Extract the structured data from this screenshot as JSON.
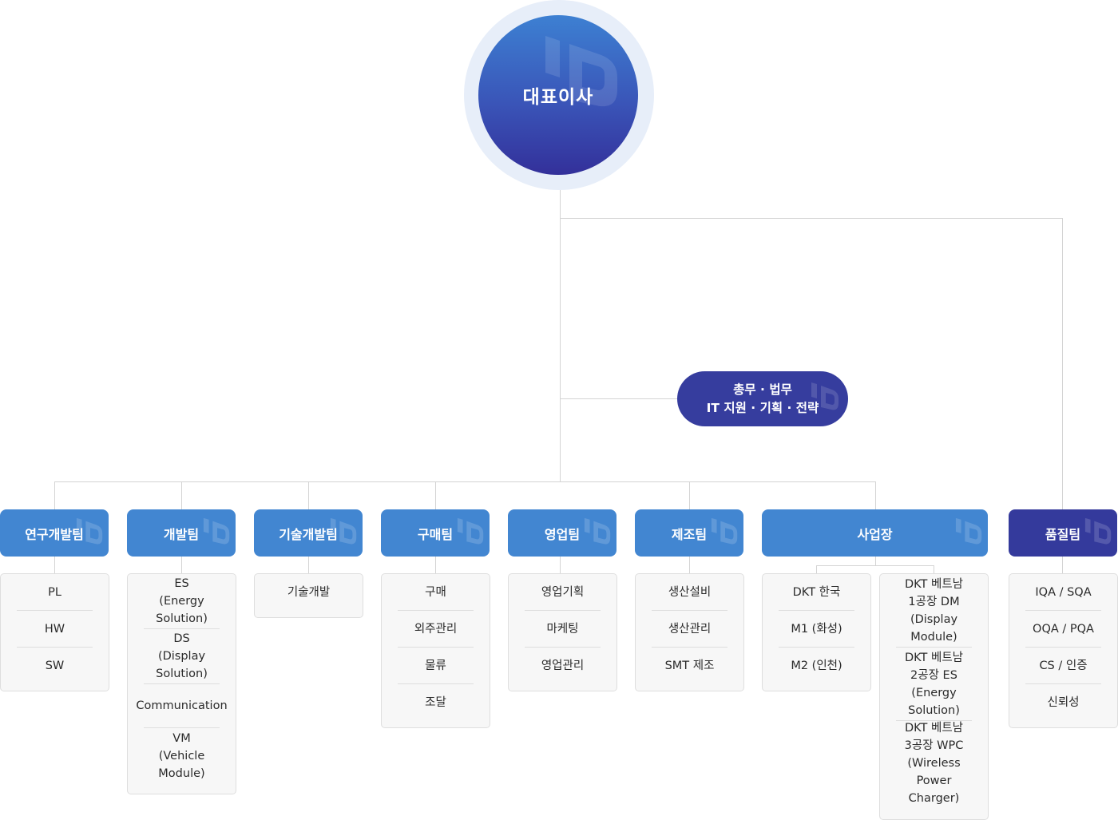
{
  "ceo": {
    "label": "대표이사"
  },
  "staff": {
    "line1": "총무 · 법무",
    "line2": "IT 지원 · 기획 · 전략"
  },
  "departments": [
    {
      "name": "연구개발팀",
      "items": [
        "PL",
        "HW",
        "SW"
      ]
    },
    {
      "name": "개발팀",
      "items": [
        {
          "line1": "ES",
          "line2": "(Energy Solution)"
        },
        {
          "line1": "DS",
          "line2": "(Display Solution)"
        },
        {
          "line1": "Communication"
        },
        {
          "line1": "VM",
          "line2": "(Vehicle Module)"
        }
      ]
    },
    {
      "name": "기술개발팀",
      "items": [
        "기술개발"
      ]
    },
    {
      "name": "구매팀",
      "items": [
        "구매",
        "외주관리",
        "물류",
        "조달"
      ]
    },
    {
      "name": "영업팀",
      "items": [
        "영업기획",
        "마케팅",
        "영업관리"
      ]
    },
    {
      "name": "제조팀",
      "items": [
        "생산설비",
        "생산관리",
        "SMT 제조"
      ]
    },
    {
      "name": "사업장",
      "korea": [
        "DKT 한국",
        "M1 (화성)",
        "M2 (인천)"
      ],
      "vietnam": [
        {
          "line1": "DKT 베트남",
          "line2": "1공장 DM",
          "line3": "(Display Module)"
        },
        {
          "line1": "DKT 베트남",
          "line2": "2공장 ES",
          "line3": "(Energy Solution)"
        },
        {
          "line1": "DKT 베트남",
          "line2": "3공장 WPC",
          "line3": "(Wireless Power",
          "line4": "Charger)"
        }
      ]
    },
    {
      "name": "품질팀",
      "items": [
        "IQA / SQA",
        "OQA / PQA",
        "CS / 인증",
        "신뢰성"
      ]
    }
  ],
  "colors": {
    "dept": "#4286d1",
    "dept_dark": "#343a9c",
    "staff": "#363d9e",
    "line": "#d4d4d4"
  }
}
